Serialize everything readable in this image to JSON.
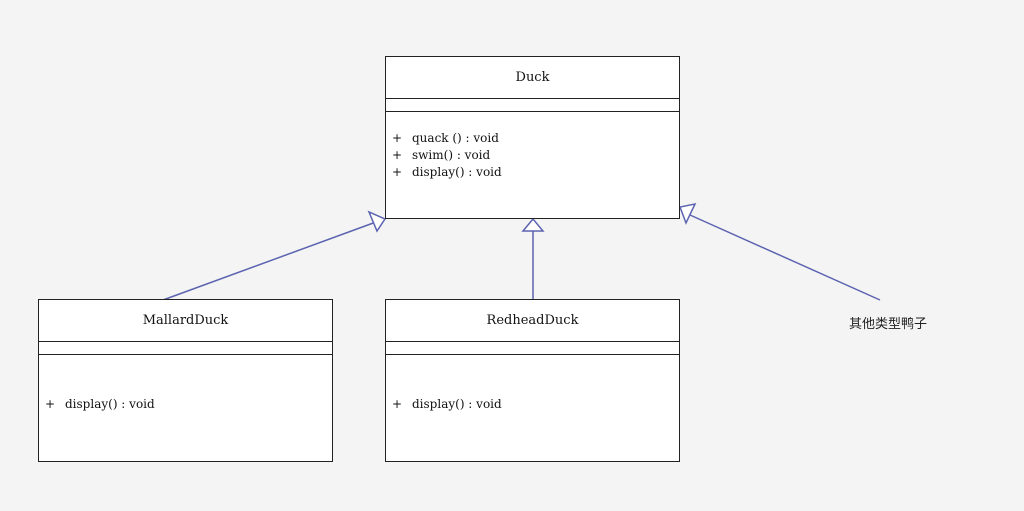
{
  "classes": {
    "duck": {
      "name": "Duck",
      "methods": [
        {
          "vis": "+",
          "sig": "quack () : void"
        },
        {
          "vis": "+",
          "sig": "swim() : void"
        },
        {
          "vis": "+",
          "sig": "display() : void"
        }
      ]
    },
    "mallard": {
      "name": "MallardDuck",
      "methods": [
        {
          "vis": "+",
          "sig": "display() : void"
        }
      ]
    },
    "redhead": {
      "name": "RedheadDuck",
      "methods": [
        {
          "vis": "+",
          "sig": "display() : void"
        }
      ]
    }
  },
  "other_label": "其他类型鸭子",
  "colors": {
    "edge": "#5c63b0",
    "border": "#222222",
    "background": "#f4f4f4"
  }
}
